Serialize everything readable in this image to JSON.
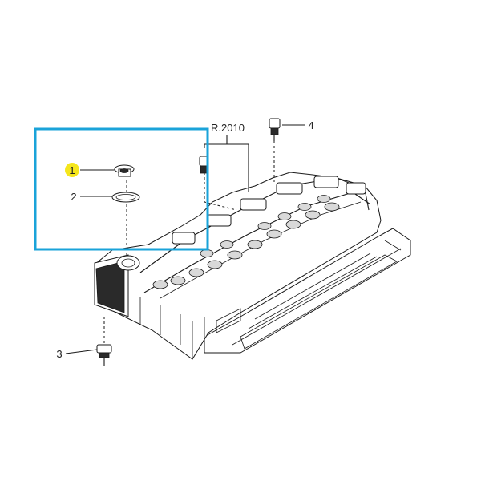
{
  "callouts": {
    "item_1": "1",
    "item_2": "2",
    "item_3": "3",
    "item_4": "4",
    "revision": "R.2010"
  },
  "colors": {
    "highlight_box": "#1aa3d9",
    "marker_1": "#f5e61c",
    "line": "#1a1a1a"
  }
}
